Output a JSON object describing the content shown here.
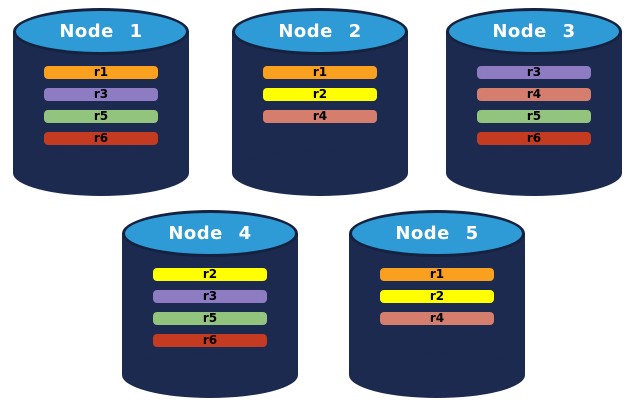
{
  "colors": {
    "background": "#FFFFFF",
    "cylinder_body": "#1B2A4E",
    "cylinder_top": "#2E9BD6",
    "cylinder_outline": "#14213F",
    "title_text": "#FFFFFF",
    "replica_label_text": "#000000"
  },
  "nodes": [
    {
      "title": "Node 1",
      "replicas": [
        {
          "label": "r1",
          "color": "#F9A01F"
        },
        {
          "label": "r3",
          "color": "#8E7CC3"
        },
        {
          "label": "r5",
          "color": "#93C47D"
        },
        {
          "label": "r6",
          "color": "#C43B22"
        }
      ]
    },
    {
      "title": "Node 2",
      "replicas": [
        {
          "label": "r1",
          "color": "#F9A01F"
        },
        {
          "label": "r2",
          "color": "#FFFF00"
        },
        {
          "label": "r4",
          "color": "#D57E6D"
        }
      ]
    },
    {
      "title": "Node 3",
      "replicas": [
        {
          "label": "r3",
          "color": "#8E7CC3"
        },
        {
          "label": "r4",
          "color": "#D57E6D"
        },
        {
          "label": "r5",
          "color": "#93C47D"
        },
        {
          "label": "r6",
          "color": "#C43B22"
        }
      ]
    },
    {
      "title": "Node 4",
      "replicas": [
        {
          "label": "r2",
          "color": "#FFFF00"
        },
        {
          "label": "r3",
          "color": "#8E7CC3"
        },
        {
          "label": "r5",
          "color": "#93C47D"
        },
        {
          "label": "r6",
          "color": "#C43B22"
        }
      ]
    },
    {
      "title": "Node 5",
      "replicas": [
        {
          "label": "r1",
          "color": "#F9A01F"
        },
        {
          "label": "r2",
          "color": "#FFFF00"
        },
        {
          "label": "r4",
          "color": "#D57E6D"
        }
      ]
    }
  ]
}
